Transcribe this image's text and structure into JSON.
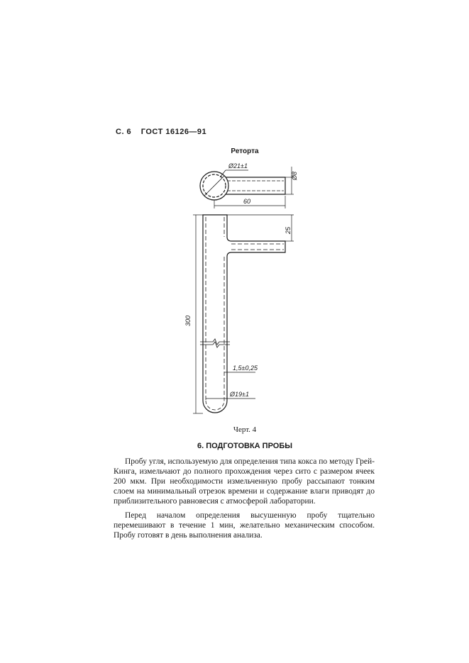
{
  "header": {
    "page": "С. 6",
    "standard": "ГОСТ 16126—91"
  },
  "figure": {
    "title": "Реторта",
    "dims": {
      "outer_diameter": "Ø21±1",
      "tube_diameter": "Ø8",
      "side_length": "60",
      "side_offset": "25",
      "total_height": "300",
      "wall": "1,5±0,25",
      "bottom_diameter": "Ø19±1"
    },
    "caption": "Черт. 4"
  },
  "section": {
    "heading": "6. ПОДГОТОВКА ПРОБЫ"
  },
  "paragraphs": [
    "Пробу угля, используемую для определения типа кокса по методу Грей-Кинга, измельчают до полного прохождения через сито с размером ячеек 200 мкм. При необходимости измельченную пробу рассыпают тонким слоем на минимальный отрезок времени и содержание влаги приводят до приблизительного равновесия с атмосферой лаборатории.",
    "Перед началом определения высушенную пробу тщательно перемешивают в течение 1 мин, желательно механическим способом. Пробу готовят в день выполнения анализа."
  ]
}
